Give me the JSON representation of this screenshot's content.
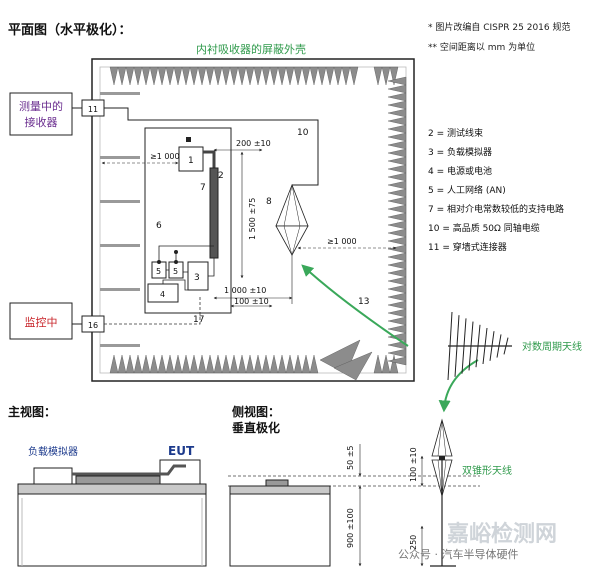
{
  "top_view_title": "平面图（水平极化）：",
  "notes": [
    "* 图片改编自 CISPR 25 2016 规范",
    "** 空间距离以 mm 为单位"
  ],
  "shield_label": "内衬吸收器的屏蔽外壳",
  "receiver_box": {
    "line1": "测量中的",
    "line2": "接收器",
    "port": "11"
  },
  "monitor_box": {
    "label": "监控中",
    "port": "16"
  },
  "legend": [
    "2 = 测试线束",
    "3 = 负载模拟器",
    "4 = 电源或电池",
    "5 = 人工网络 (AN)",
    "7 = 相对介电常数较低的支持电路",
    "10 = 高品质 50Ω 同轴电缆",
    "11 = 穿墙式连接器"
  ],
  "callouts": {
    "n1": "1",
    "n2": "2",
    "n3": "3",
    "n4": "4",
    "n5a": "5",
    "n5b": "5",
    "n6": "6",
    "n7": "7",
    "n8": "8",
    "n10": "10",
    "n13": "13",
    "n17": "17"
  },
  "dims": {
    "d200": "200 ±10",
    "d1000_left": "≥1 000",
    "d1500": "1 500 ±75",
    "d1000_right": "≥1 000",
    "d1000_tol": "1 000 ±10",
    "d100": "100 ±10",
    "d50": "50 ±5",
    "d100v": "100 ±10",
    "d900": "900 ±100",
    "d250": "250"
  },
  "log_antenna_label": "对数周期天线",
  "front_view_title": "主视图：",
  "load_sim_label": "负载模拟器",
  "eut_label": "EUT",
  "side_view_title1": "侧视图：",
  "side_view_title2": "垂直极化",
  "bicone_label": "双锥形天线",
  "watermark": {
    "wechat": "公众号 · 汽车半导体硬件",
    "brand": "嘉峪检测网"
  }
}
